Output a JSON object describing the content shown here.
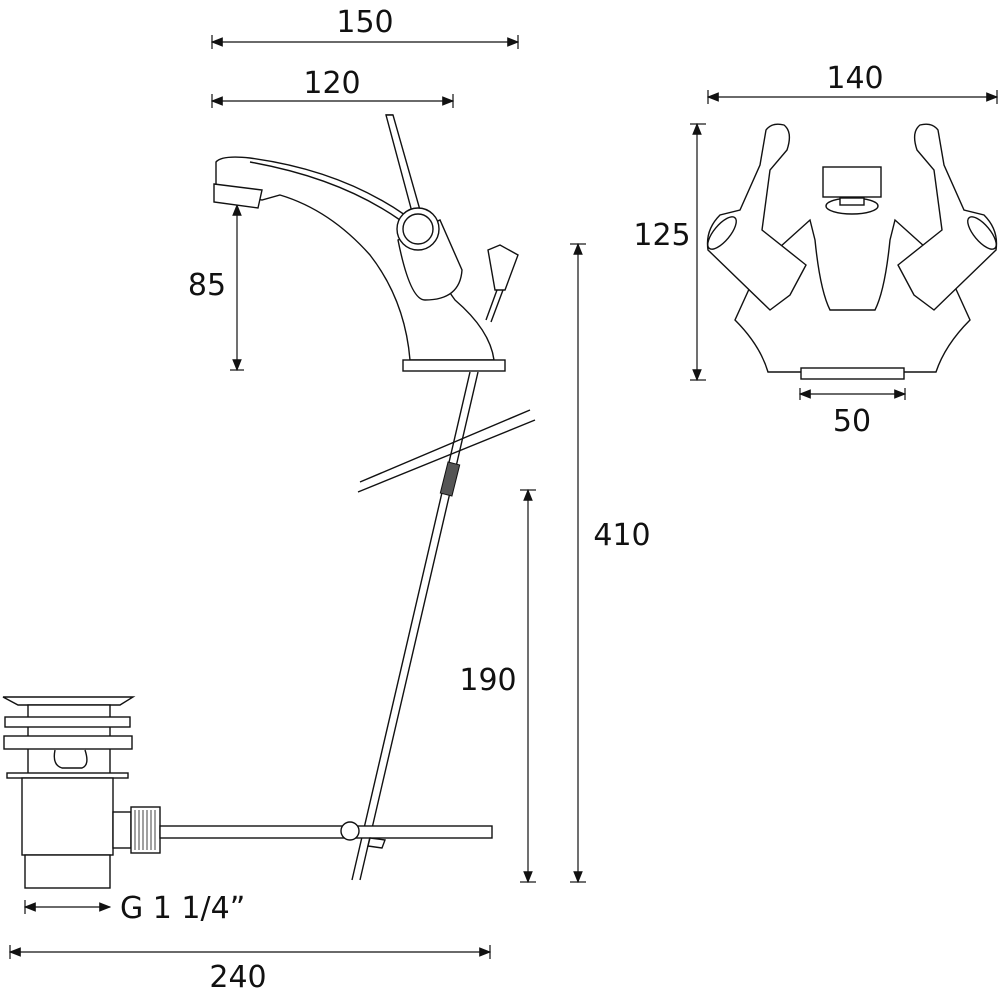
{
  "dimensions": {
    "spout_reach_overall": "150",
    "spout_reach": "120",
    "spout_height": "85",
    "tap_width": "140",
    "tap_height": "125",
    "base_width": "50",
    "pop_up_rod_length": "410",
    "rod_below_deck": "190",
    "waste_thread": "G 1 1/4”",
    "waste_to_rod_length": "240"
  },
  "colors": {
    "line": "#111111",
    "background": "#ffffff"
  }
}
